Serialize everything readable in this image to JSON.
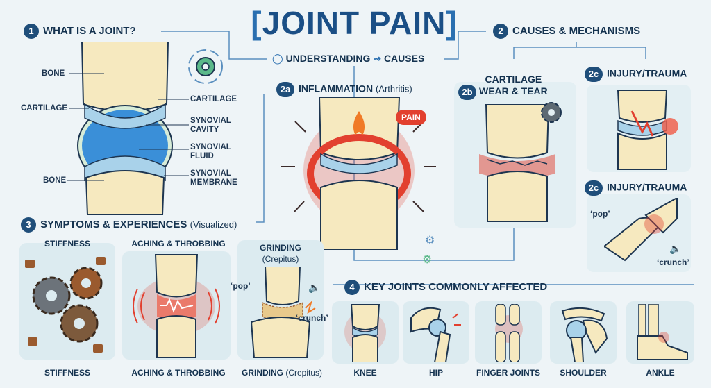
{
  "title": {
    "bracket_left": "[",
    "text": "JOINT PAIN",
    "bracket_right": "]"
  },
  "flow": {
    "understanding": "UNDERSTANDING",
    "arrow": "⇝",
    "causes": "CAUSES"
  },
  "section1": {
    "num": "1",
    "title": "WHAT IS A JOINT?",
    "labels": {
      "bone_top": "BONE",
      "cartilage_left": "CARTILAGE",
      "bone_bottom": "BONE",
      "cartilage_right": "CARTILAGE",
      "synovial_cavity": "SYNOVIAL\nCAVITY",
      "synovial_fluid": "SYNOVIAL\nFLUID",
      "synovial_membrane": "SYNOVIAL\nMEMBRANE"
    }
  },
  "section2": {
    "num": "2",
    "title": "CAUSES & MECHANISMS"
  },
  "section2a": {
    "num": "2a",
    "title": "INFLAMMATION",
    "sub": "(Arthritis)",
    "pain_badge": "PAIN"
  },
  "section2b": {
    "num": "2b",
    "title": "CARTILAGE\nWEAR & TEAR"
  },
  "section2c_top": {
    "num": "2c",
    "title": "INJURY/TRAUMA"
  },
  "section2c_bottom": {
    "num": "2c",
    "title": "INJURY/TRAUMA",
    "pop": "‘pop’",
    "crunch": "‘crunch’"
  },
  "section3": {
    "num": "3",
    "title": "SYMPTOMS & EXPERIENCES",
    "sub": "(Visualized)",
    "panels": {
      "stiffness": {
        "top": "STIFFNESS",
        "bottom": "STIFFNESS"
      },
      "aching": {
        "top": "ACHING & THROBBING",
        "bottom": "ACHING & THROBBING"
      },
      "grinding": {
        "top": "GRINDING",
        "top_sub": "(Crepitus)",
        "bottom": "GRINDING",
        "bottom_sub": "(Crepitus)",
        "pop": "‘pop’",
        "crunch": "‘crunch’"
      }
    }
  },
  "section4": {
    "num": "4",
    "title": "KEY JOINTS COMMONLY AFFECTED",
    "joints": [
      "KNEE",
      "HIP",
      "FINGER JOINTS",
      "SHOULDER",
      "ANKLE"
    ]
  },
  "colors": {
    "bone": "#f6e9bf",
    "cartilage": "#a9d2ea",
    "fluid": "#3a8fd8",
    "inflamed": "#e2402f",
    "navy": "#1f4e7a",
    "panel": "#dcebf0"
  }
}
